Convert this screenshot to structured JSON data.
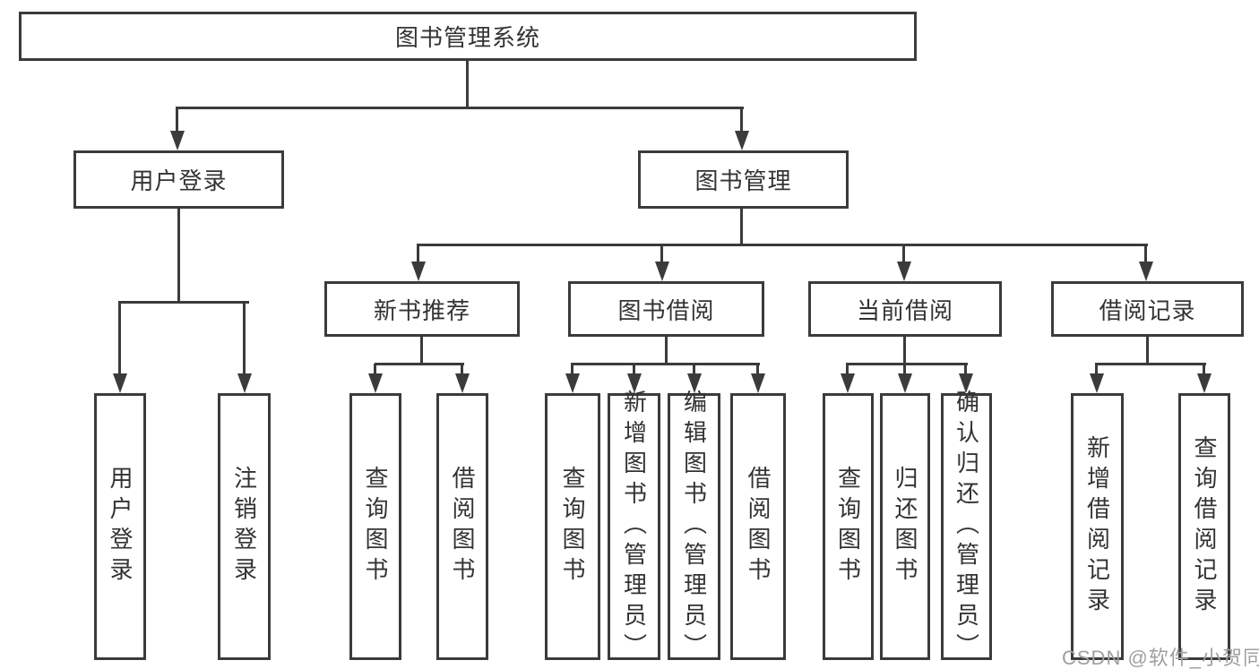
{
  "structure": {
    "label": "图书管理系统",
    "children": [
      {
        "label": "用户登录",
        "children": [
          {
            "label": "用户登录"
          },
          {
            "label": "注销登录"
          }
        ]
      },
      {
        "label": "图书管理",
        "children": [
          {
            "label": "新书推荐",
            "children": [
              {
                "label": "查询图书"
              },
              {
                "label": "借阅图书"
              }
            ]
          },
          {
            "label": "图书借阅",
            "children": [
              {
                "label": "查询图书"
              },
              {
                "label": "新增图书（管理员）"
              },
              {
                "label": "编辑图书（管理员）"
              },
              {
                "label": "借阅图书"
              }
            ]
          },
          {
            "label": "当前借阅",
            "children": [
              {
                "label": "查询图书"
              },
              {
                "label": "归还图书"
              },
              {
                "label": "确认归还（管理员）"
              }
            ]
          },
          {
            "label": "借阅记录",
            "children": [
              {
                "label": "新增借阅记录"
              },
              {
                "label": "查询借阅记录"
              }
            ]
          }
        ]
      }
    ]
  },
  "watermark": {
    "text": "CSDN @软件_小贺同学"
  },
  "colors": {
    "line": "#3b3b3b",
    "text": "#333333",
    "background": "#ffffff",
    "watermark": "#9f9f9f"
  }
}
